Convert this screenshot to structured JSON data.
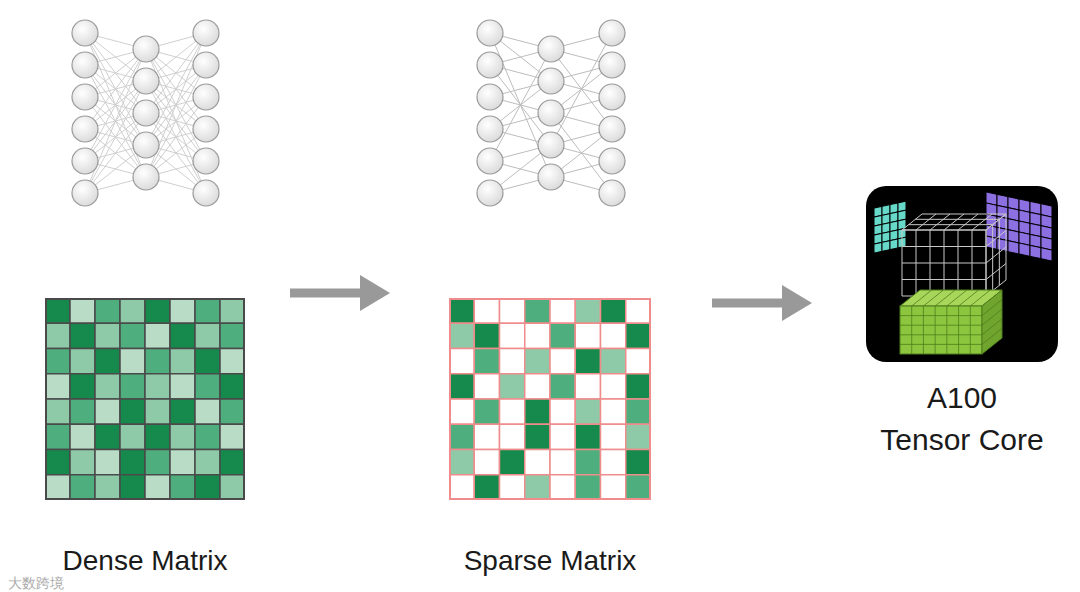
{
  "diagram": {
    "nodes": [
      {
        "text": [
          "Dense Matrix"
        ]
      },
      {
        "text": [
          "Sparse Matrix"
        ]
      },
      {
        "text": [
          "A100 Tensor Core"
        ]
      }
    ],
    "edges": [
      {
        "from": 0,
        "to": 1,
        "arrow": "to"
      },
      {
        "from": 1,
        "to": 2,
        "arrow": "to"
      }
    ],
    "labels": [
      "大数跨境"
    ]
  }
}
